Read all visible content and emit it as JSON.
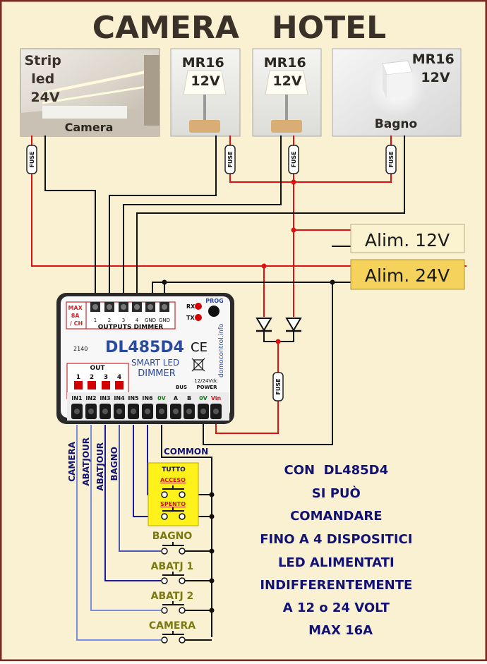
{
  "title": "CAMERA   HOTEL",
  "loads": [
    {
      "label_lines": [
        "Strip",
        "led",
        "24V"
      ],
      "caption": "Camera"
    },
    {
      "label_lines": [
        "MR16",
        "12V"
      ],
      "caption": ""
    },
    {
      "label_lines": [
        "MR16",
        "12V"
      ],
      "caption": ""
    },
    {
      "label_lines": [
        "MR16",
        "12V"
      ],
      "caption": "Bagno"
    }
  ],
  "fuse_label": "FUSE",
  "supplies": {
    "psu_12v": "Alim. 12V",
    "psu_24v": "Alim. 24V"
  },
  "device": {
    "max_lines": [
      "MAX",
      "8A",
      "/ CH"
    ],
    "rx": "RX",
    "tx": "TX",
    "prog": "PROG",
    "outputs_title": "OUTPUTS DIMMER",
    "output_terminals": [
      "1",
      "2",
      "3",
      "4",
      "GND",
      "GND"
    ],
    "serial": "2140",
    "model": "DL485D4",
    "subtitle_lines": [
      "SMART LED",
      "DIMMER"
    ],
    "ce": "CE",
    "website": "domocontrol.info",
    "out_title": "OUT",
    "out_leds": [
      "1",
      "2",
      "3",
      "4"
    ],
    "bus_label": "BUS",
    "power_lines": [
      "12/24Vdc",
      "POWER"
    ],
    "input_terminals": [
      "IN1",
      "IN2",
      "IN3",
      "IN4",
      "IN5",
      "IN6",
      "0V",
      "A",
      "B",
      "0V",
      "Vin"
    ]
  },
  "wire_labels": [
    "CAMERA",
    "ABATJOUR",
    "ABATJOUR",
    "BAGNO"
  ],
  "common_label": "COMMON",
  "tutto": {
    "title": "TUTTO",
    "on": "ACCESO",
    "off": "SPENTO"
  },
  "switches": [
    "BAGNO",
    "ABATJ 1",
    "ABATJ 2",
    "CAMERA"
  ],
  "description_lines": [
    "CON  DL485D4",
    "SI PUÒ",
    "COMANDARE",
    "FINO A 4 DISPOSITICI",
    "LED ALIMENTATI",
    "INDIFFERENTEMENTE",
    "A 12 o 24 VOLT",
    "MAX 16A"
  ],
  "colors": {
    "background": "#faf0d2",
    "border": "#7a2a20",
    "title": "#3a3128",
    "wire_black": "#111111",
    "wire_red": "#e01010",
    "wire_blue": "#1a1aa0",
    "wire_lightblue": "#7c8ce0",
    "switch_label": "#7a7a10",
    "description": "#121275",
    "psu_12v_fill": "#fbf3cf",
    "psu_24v_fill": "#f5d25c",
    "tutto_fill": "#fff21a",
    "device_body": "#f7f7f7",
    "device_blue": "#2a4aa0"
  }
}
